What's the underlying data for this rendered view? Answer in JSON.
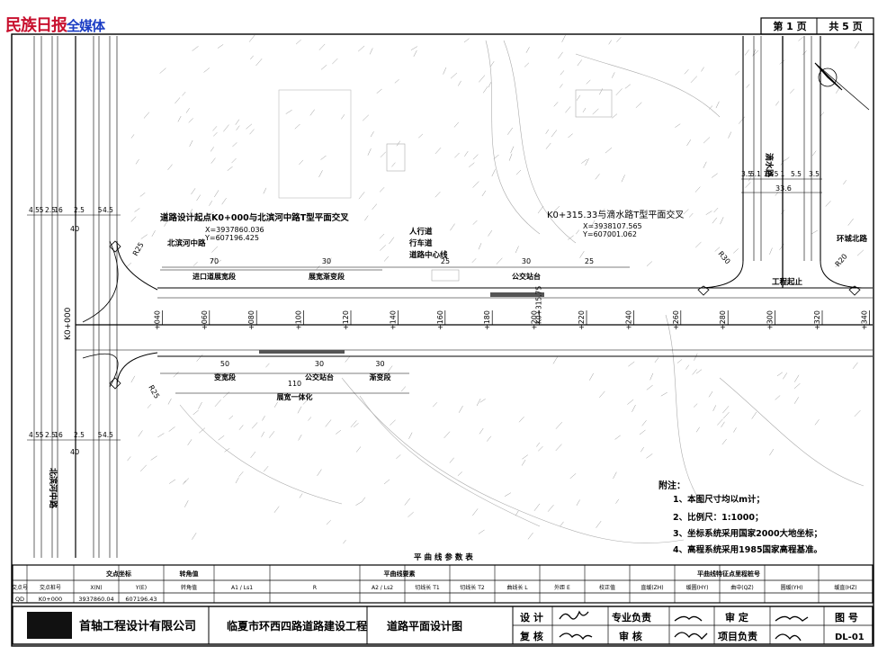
{
  "watermark": {
    "brand_red": "民族日报",
    "brand_blue": "全媒体",
    "red_color": "#c8102e",
    "blue_color": "#1a3cc4"
  },
  "page": {
    "current": "第 1 页",
    "total": "共 5 页"
  },
  "left_road": {
    "name": "北滨河中路",
    "dims_top": [
      "4.5",
      "5",
      "2.5",
      "16",
      "2.5",
      "5",
      "4.5"
    ],
    "total_top": "40",
    "dims_bottom": [
      "4.5",
      "5",
      "2.5",
      "16",
      "2.5",
      "5",
      "4.5"
    ],
    "total_bottom": "40",
    "k0": "K0+000",
    "r25_top": "R25",
    "r25_bot": "R25",
    "side_label": "北滨河中路"
  },
  "start_note": {
    "title": "道路设计起点K0+000与北滨河中路T型平面交叉",
    "x": "X=3937860.036",
    "y": "Y=607196.425"
  },
  "end_note": {
    "title": "K0+315.33与滴水路T型平面交叉",
    "x": "X=3938107.565",
    "y": "Y=607001.062"
  },
  "lane_legend": [
    "人行道",
    "行车道",
    "道路中心线"
  ],
  "top_segments": [
    {
      "len": "70",
      "label": "进口道展宽段"
    },
    {
      "len": "30",
      "label": "展宽渐变段"
    },
    {
      "len": "25",
      "label": ""
    },
    {
      "len": "30",
      "label": "公交站台"
    },
    {
      "len": "25",
      "label": ""
    }
  ],
  "bottom_segments": [
    {
      "len": "50",
      "label": "变宽段"
    },
    {
      "len": "30",
      "label": "公交站台"
    },
    {
      "len": "30",
      "label": "渐变段"
    },
    {
      "len": "110",
      "label": "展宽一体化"
    }
  ],
  "stations": [
    "+040",
    "+060",
    "+080",
    "+100",
    "+120",
    "+140",
    "+160",
    "+180",
    "+200",
    "+220",
    "+240",
    "+260",
    "+280",
    "+300",
    "+320",
    "+340"
  ],
  "k_station_label": "K0+315.75",
  "right_road": {
    "name": "滴水路",
    "dims": [
      "3.5",
      "5.1",
      "18.5",
      "1",
      "5.5",
      "3.5"
    ],
    "total": "33.6",
    "r20": "R20",
    "r30": "R30",
    "env": "环城北路",
    "end_label": "工程起止"
  },
  "notes": {
    "title": "附注：",
    "items": [
      "1、本图尺寸均以m计；",
      "2、比例尺：1:1000；",
      "3、坐标系统采用国家2000大地坐标；",
      "4、高程系统采用1985国家高程基准。"
    ]
  },
  "param_table": {
    "caption": "平 曲 线 参 数 表",
    "group_headers": [
      "交点坐标",
      "转角值",
      "平曲线要素",
      "平曲线特征点里程桩号"
    ],
    "headers": [
      "交点号",
      "交点桩号",
      "X(N)",
      "Y(E)",
      "转角值",
      "A1 / Ls1",
      "R",
      "A2 / Ls2",
      "切线长 T1",
      "切线长 T2",
      "曲线长 L",
      "外距 E",
      "校正值",
      "直缓(ZH)",
      "缓圆(HY)",
      "曲中(QZ)",
      "圆缓(YH)",
      "缓直(HZ)"
    ],
    "rows": [
      [
        "QD",
        "K0+000",
        "3937860.04",
        "607196.43",
        "",
        "",
        "",
        "",
        "",
        "",
        "",
        "",
        "",
        "",
        "",
        "",
        "",
        ""
      ]
    ]
  },
  "title_block": {
    "company": "首轴工程设计有限公司",
    "project": "临夏市环西四路道路建设工程",
    "drawing": "道路平面设计图",
    "labels": [
      "设 计",
      "复 核",
      "专业负责",
      "审 核",
      "审 定",
      "项目负责",
      "图 号"
    ],
    "drawing_no": "DL-01"
  }
}
